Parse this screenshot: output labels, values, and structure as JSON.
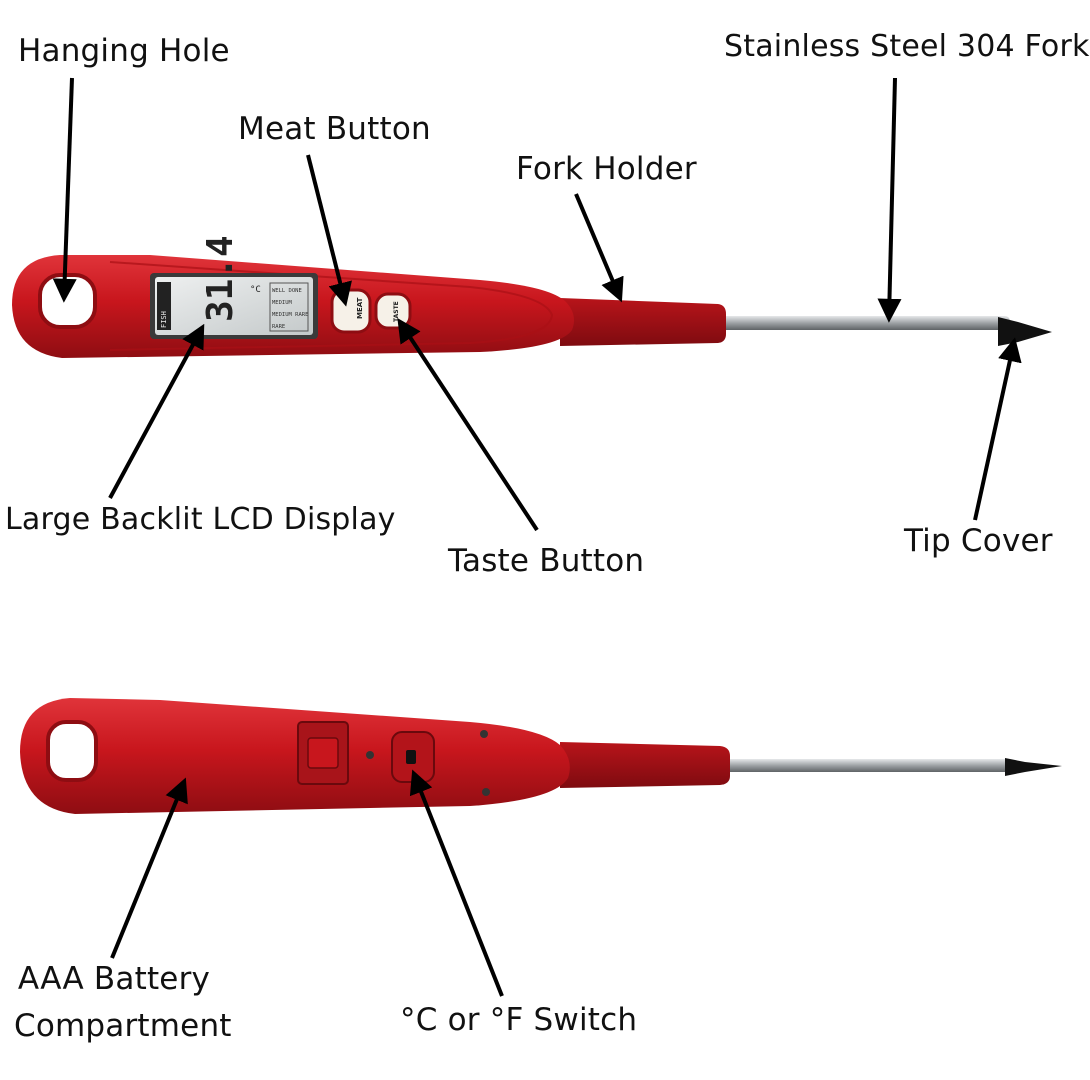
{
  "labels": {
    "hanging_hole": "Hanging Hole",
    "stainless_fork": "Stainless Steel 304 Fork",
    "meat_button": "Meat Button",
    "fork_holder": "Fork Holder",
    "lcd_display": "Large Backlit LCD Display",
    "taste_button": "Taste Button",
    "tip_cover": "Tip Cover",
    "battery_line1": "AAA Battery",
    "battery_line2": "Compartment",
    "unit_switch": "°C or °F Switch"
  },
  "device": {
    "lcd_reading": "31.4",
    "lcd_unit": "°C",
    "lcd_mode": "FISH",
    "lcd_doneness": [
      "WELL DONE",
      "MEDIUM",
      "MEDIUM RARE",
      "RARE"
    ],
    "meat_button_text": "MEAT",
    "taste_button_text": "TASTE"
  },
  "colors": {
    "body_red": "#c8161d",
    "body_dark": "#8e0d12",
    "steel": "#b9bcbe",
    "tip": "#111111",
    "lcd": "#d6dadb"
  }
}
